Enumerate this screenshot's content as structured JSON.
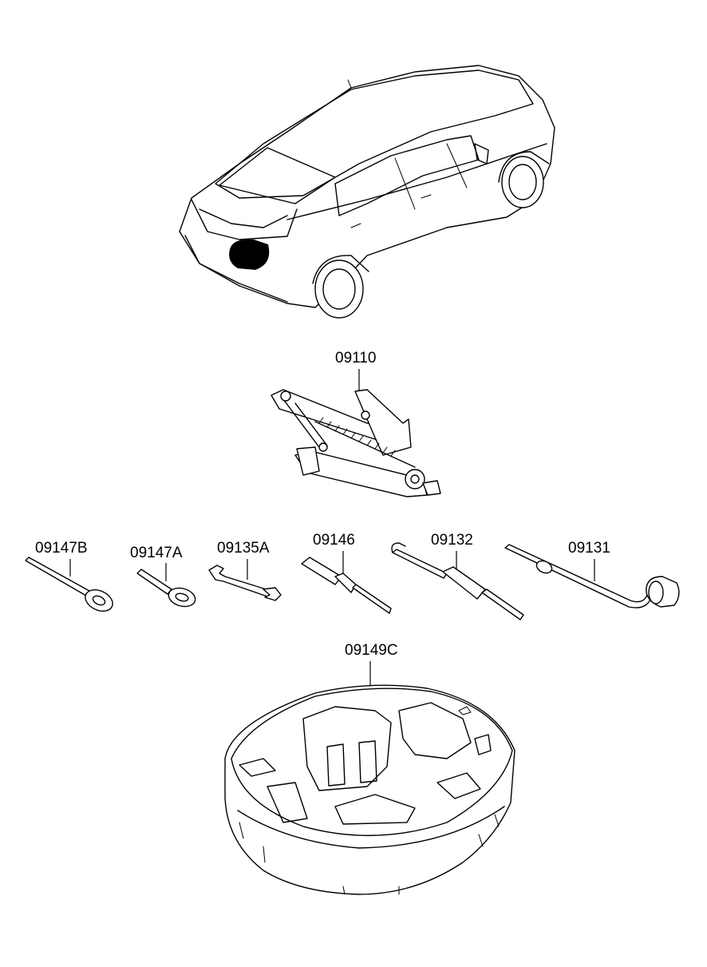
{
  "parts": {
    "jack": "09110",
    "hook_wrench": "09147B",
    "eye_bolt": "09147A",
    "spanner": "09135A",
    "screwdriver": "09146",
    "hook_handle": "09132",
    "lug_wrench": "09131",
    "tray": "09149C"
  },
  "colors": {
    "line": "#000000",
    "background": "#ffffff",
    "highlight": "#000000"
  }
}
